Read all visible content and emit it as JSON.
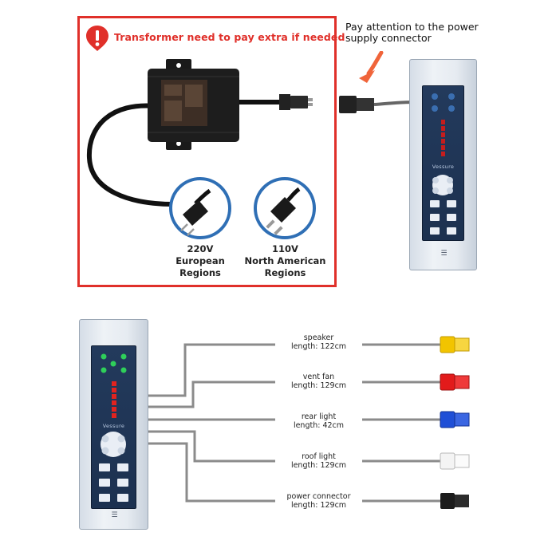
{
  "warning": {
    "title": "Transformer need to pay extra if needed",
    "icon": "warning-icon",
    "accent_color": "#e0302a"
  },
  "plugs": [
    {
      "voltage": "220V",
      "region_line1": "European",
      "region_line2": "Regions",
      "icon": "european-plug-icon"
    },
    {
      "voltage": "110V",
      "region_line1": "North American",
      "region_line2": "Regions",
      "icon": "us-plug-icon"
    }
  ],
  "note": {
    "line1": "Pay attention to the power",
    "line2": "supply connector",
    "arrow_color": "#f0643a"
  },
  "device": {
    "brand": "Vessure"
  },
  "wires": [
    {
      "name": "speaker",
      "length": "length: 122cm",
      "connector_color": "#f2c400"
    },
    {
      "name": "vent fan",
      "length": "length: 129cm",
      "connector_color": "#e21b1b"
    },
    {
      "name": "rear light",
      "length": "length: 42cm",
      "connector_color": "#1f4fd6"
    },
    {
      "name": "roof light",
      "length": "length: 129cm",
      "connector_color": "#f4f4f4"
    },
    {
      "name": "power connector",
      "length": "length: 129cm",
      "connector_color": "#1c1c1c"
    }
  ]
}
